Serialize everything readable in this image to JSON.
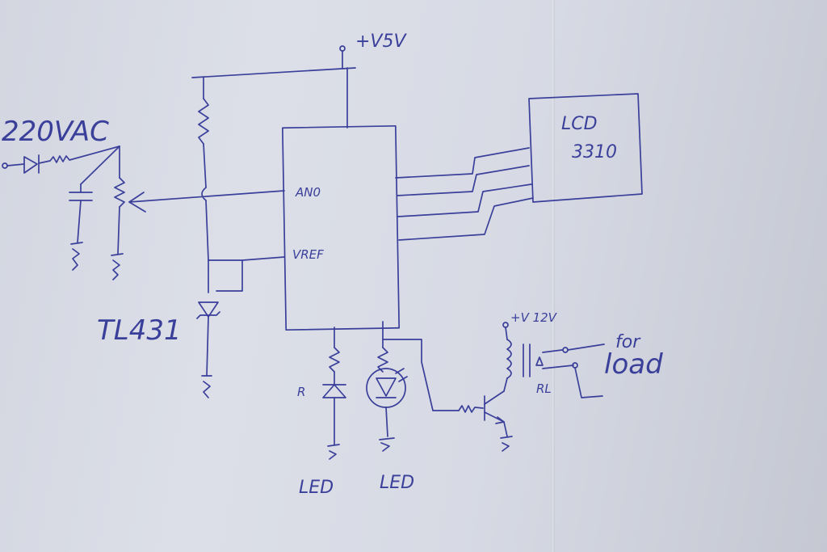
{
  "labels": {
    "supply_5v": "+V5V",
    "ac_input": "220VAC",
    "lcd_line1": "LCD",
    "lcd_line2": "3310",
    "pin_an0": "AN0",
    "pin_vref": "VREF",
    "regulator": "TL431",
    "supply_12v": "+V 12V",
    "relay": "RL",
    "for_text": "for",
    "load_text": "load",
    "led_left": "LED",
    "led_right": "LED",
    "resistor_mark": "R"
  },
  "colors": {
    "ink": "#3a3f9a",
    "paper": "#d7dae4"
  }
}
